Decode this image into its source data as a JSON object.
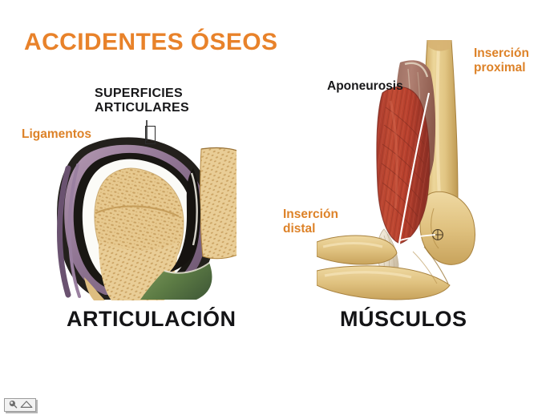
{
  "slide": {
    "title": "ACCIDENTES ÓSEOS",
    "background_color": "#ffffff",
    "accent_color": "#e8822a",
    "text_color": "#18181a"
  },
  "left_figure": {
    "caption": "ARTICULACIÓN",
    "labels": [
      {
        "id": "superficies",
        "text": "SUPERFICIES\nARTICULARES",
        "color": "#18181a"
      },
      {
        "id": "ligamentos",
        "text": "Ligamentos",
        "color": "#dd8228"
      }
    ],
    "illustration_name": "joint-cross-section",
    "illustration_parts": [
      "trabecular-bone",
      "articular-cartilage",
      "joint-capsule",
      "ligament",
      "joint-cavity",
      "periosteum"
    ]
  },
  "right_figure": {
    "caption": "MÚSCULOS",
    "labels": [
      {
        "id": "aponeurosis",
        "text": "Aponeurosis",
        "color": "#18181a"
      },
      {
        "id": "insercion_proximal",
        "text": "Inserción\nproximal",
        "color": "#dd8228"
      },
      {
        "id": "insercion_distal",
        "text": "Inserción\ndistal",
        "color": "#dd8228"
      }
    ],
    "illustration_name": "muscle-attachment",
    "illustration_parts": [
      "humerus-bone",
      "muscle-belly",
      "aponeurosis-sheet",
      "distal-tendon",
      "forearm-bones"
    ]
  },
  "presentation_control": {
    "name": "slideshow-control-bar",
    "buttons": [
      {
        "icon": "pen-icon",
        "label": ""
      },
      {
        "icon": "pointer-triangle-icon",
        "label": ""
      }
    ]
  }
}
